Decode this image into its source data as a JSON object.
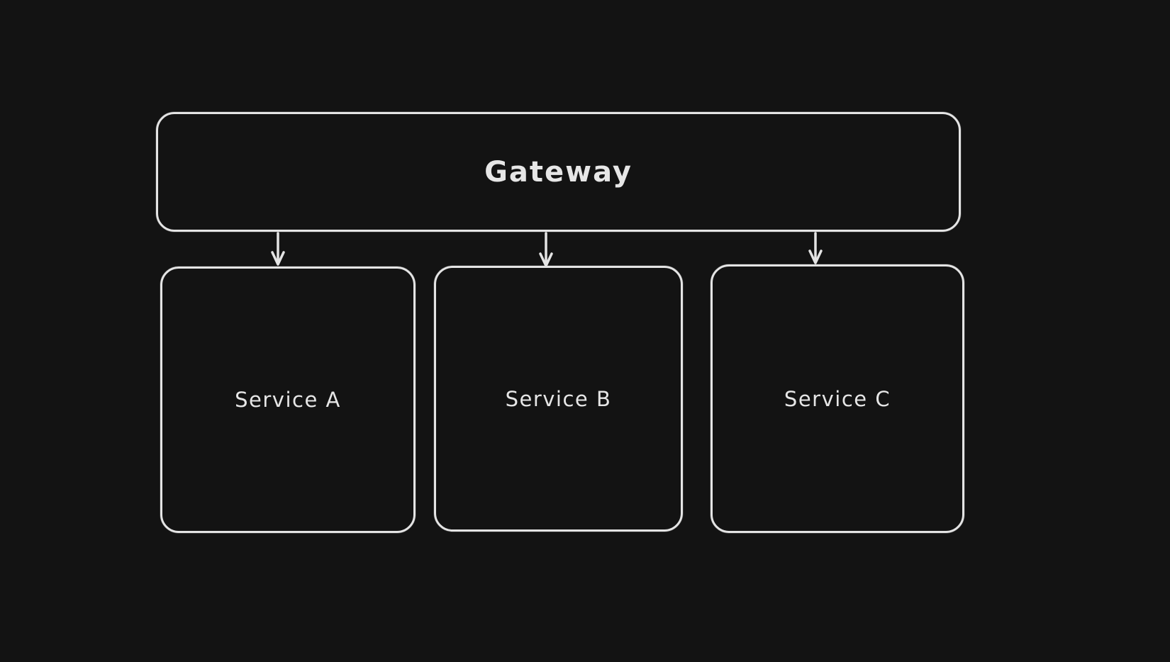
{
  "diagram": {
    "type": "flowchart",
    "style": "hand-drawn-dark",
    "colors": {
      "background": "#131313",
      "stroke": "#e4e4e4",
      "text": "#e6e6e6"
    },
    "nodes": [
      {
        "id": "gateway",
        "label": "Gateway",
        "shape": "rounded-rectangle"
      },
      {
        "id": "service-a",
        "label": "Service A",
        "shape": "rounded-rectangle"
      },
      {
        "id": "service-b",
        "label": "Service B",
        "shape": "rounded-rectangle"
      },
      {
        "id": "service-c",
        "label": "Service C",
        "shape": "rounded-rectangle"
      }
    ],
    "edges": [
      {
        "from": "Gateway",
        "to": "Service A",
        "direction": "down",
        "arrowhead": "open-v"
      },
      {
        "from": "Gateway",
        "to": "Service B",
        "direction": "down",
        "arrowhead": "open-v"
      },
      {
        "from": "Gateway",
        "to": "Service C",
        "direction": "down",
        "arrowhead": "open-v"
      }
    ]
  }
}
